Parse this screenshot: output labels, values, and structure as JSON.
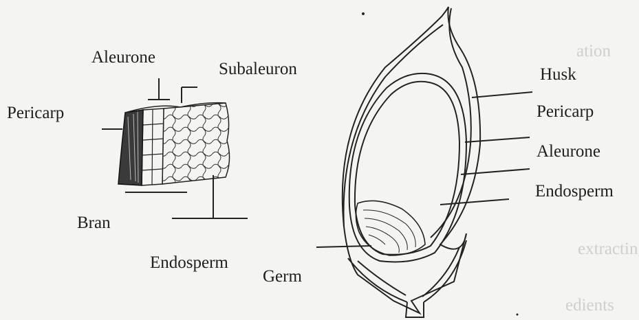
{
  "left_figure": {
    "labels": {
      "aleurone": "Aleurone",
      "subaleuron": "Subaleuron",
      "pericarp": "Pericarp",
      "bran": "Bran",
      "endosperm": "Endosperm"
    }
  },
  "right_figure": {
    "labels": {
      "husk": "Husk",
      "pericarp": "Pericarp",
      "aleurone": "Aleurone",
      "endosperm": "Endosperm",
      "germ": "Germ"
    }
  },
  "background_text": {
    "line_1": "ation",
    "line_2": "extracting",
    "line_3": "edients"
  }
}
